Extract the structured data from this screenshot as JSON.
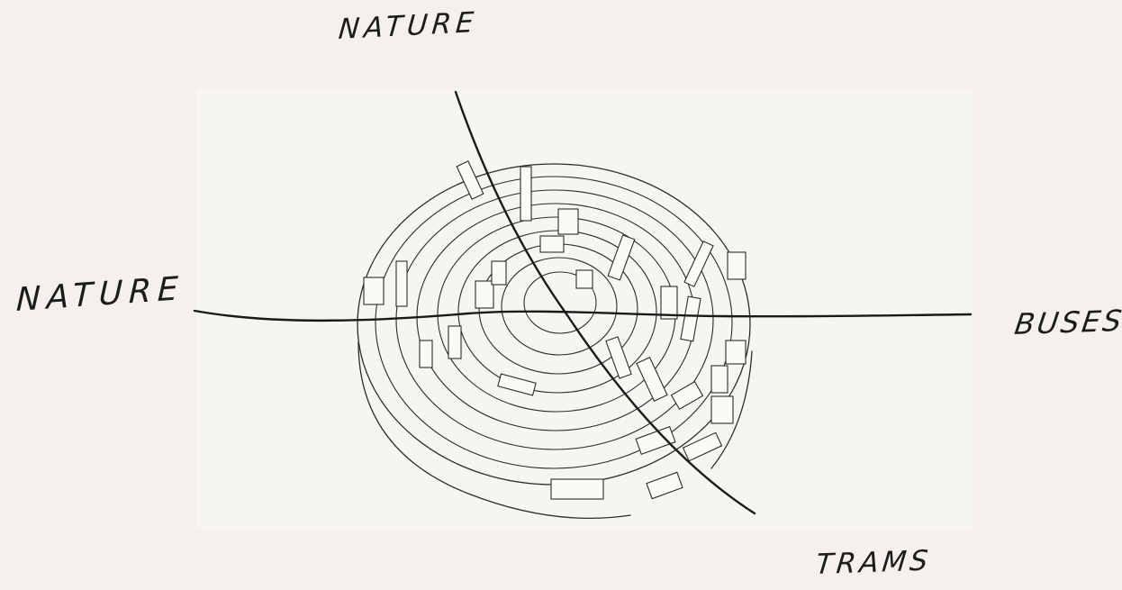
{
  "labels": {
    "top": "NATURE",
    "left": "NATURE",
    "right": "BUSES",
    "bottom": "TRAMS"
  },
  "colors": {
    "background": "#f4f1ec",
    "ink": "#1a1a1a"
  }
}
